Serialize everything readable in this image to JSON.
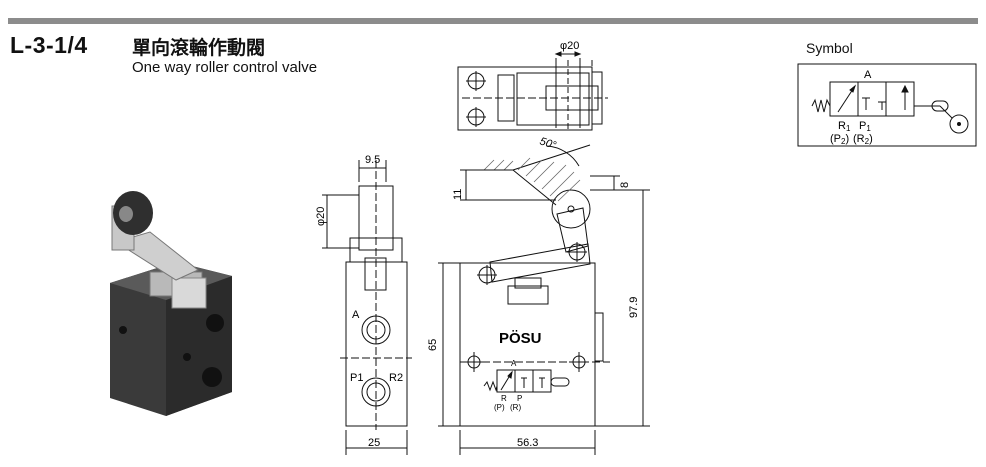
{
  "header": {
    "model_code": "L-3-1/4",
    "title_zh": "單向滾輪作動閥",
    "title_en": "One way roller control valve"
  },
  "symbol": {
    "label": "Symbol",
    "port_a": "A",
    "port_r1": "R",
    "port_r1_sub": "1",
    "port_p1": "P",
    "port_p1_sub": "1",
    "port_p2": "(P",
    "port_p2_sub": "2",
    "port_p2_close": ")",
    "port_r2": "(R",
    "port_r2_sub": "2",
    "port_r2_close": ")"
  },
  "top_view": {
    "dim_phi20": "φ20"
  },
  "side_view": {
    "dim_width_top": "9.5",
    "dim_roller": "φ20",
    "port_a": "A",
    "port_p1": "P1",
    "port_r2": "R2",
    "dim_width": "25"
  },
  "front_view": {
    "dim_angle": "50°",
    "dim_11": "11",
    "dim_8": "8",
    "dim_65": "65",
    "dim_97_9": "97.9",
    "dim_56_3": "56.3",
    "brand": "PÖSU",
    "label_a": "A",
    "label_r": "R",
    "label_p": "P",
    "label_p_paren": "(P)",
    "label_r_paren": "(R)"
  }
}
